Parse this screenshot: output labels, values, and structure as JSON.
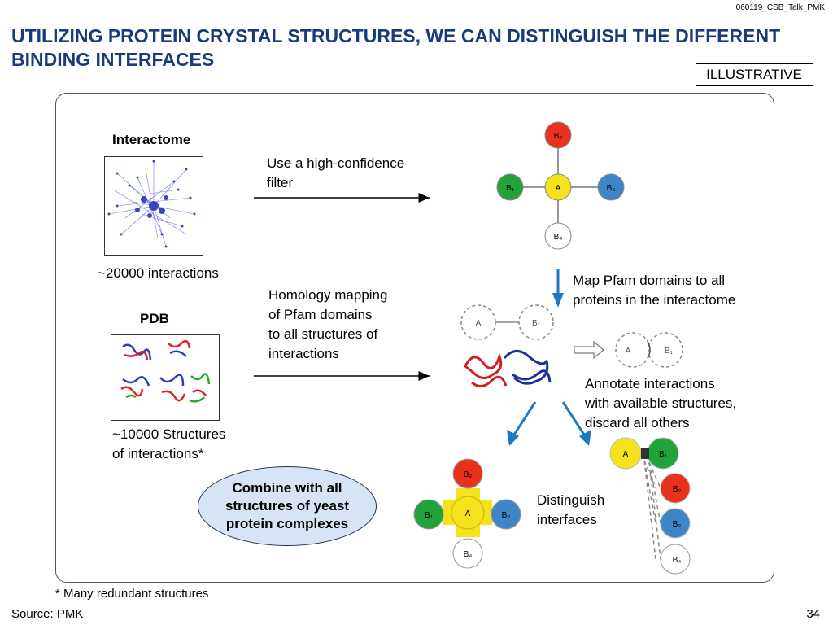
{
  "doc_id": "060119_CSB_Talk_PMK",
  "title": "UTILIZING PROTEIN CRYSTAL STRUCTURES, WE CAN DISTINGUISH THE DIFFERENT BINDING INTERFACES",
  "tag": "ILLUSTRATIVE",
  "interactome": {
    "title": "Interactome",
    "count": "~20000 interactions"
  },
  "pdb": {
    "title": "PDB",
    "count_line1": "~10000 Structures",
    "count_line2": "of interactions*"
  },
  "steps": {
    "filter": [
      "Use a high-confidence",
      "filter"
    ],
    "homology": [
      "Homology mapping",
      "of Pfam domains",
      "to all structures of",
      "interactions"
    ],
    "map_pfam": [
      "Map Pfam domains to all",
      "proteins in the interactome"
    ],
    "annotate": [
      "Annotate interactions",
      "with available structures,",
      "discard all others"
    ],
    "distinguish": [
      "Distinguish",
      "interfaces"
    ]
  },
  "combine": [
    "Combine with all",
    "structures of yeast",
    "protein complexes"
  ],
  "nodes": {
    "a": "A",
    "b1": "B₁",
    "b2": "B₂",
    "b3": "B₃",
    "b4": "B₄"
  },
  "colors": {
    "title": "#1a3a7c",
    "red": "#e8321e",
    "green": "#22a33a",
    "yellow": "#f3e21c",
    "blue": "#3f86c9",
    "white": "#ffffff",
    "arrow_blue": "#1f78c0",
    "combine_fill": "#d6e4f6"
  },
  "footnote": "* Many redundant structures",
  "source": "Source: PMK",
  "page_number": "34"
}
